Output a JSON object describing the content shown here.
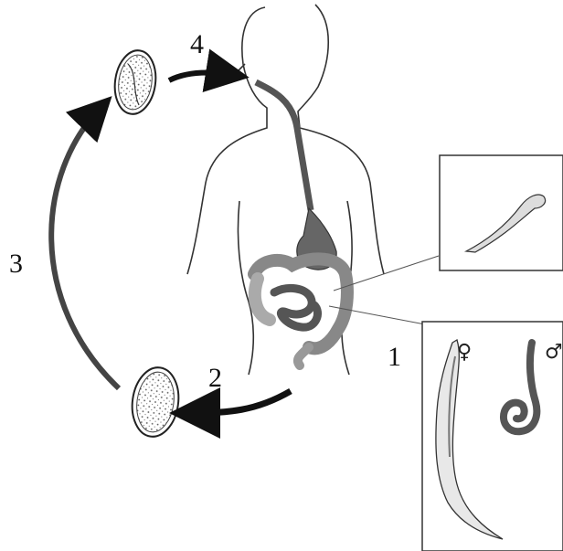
{
  "steps": {
    "one": "1",
    "two": "2",
    "three": "3",
    "four": "4"
  },
  "symbols": {
    "female": "♀",
    "male": "♂"
  }
}
